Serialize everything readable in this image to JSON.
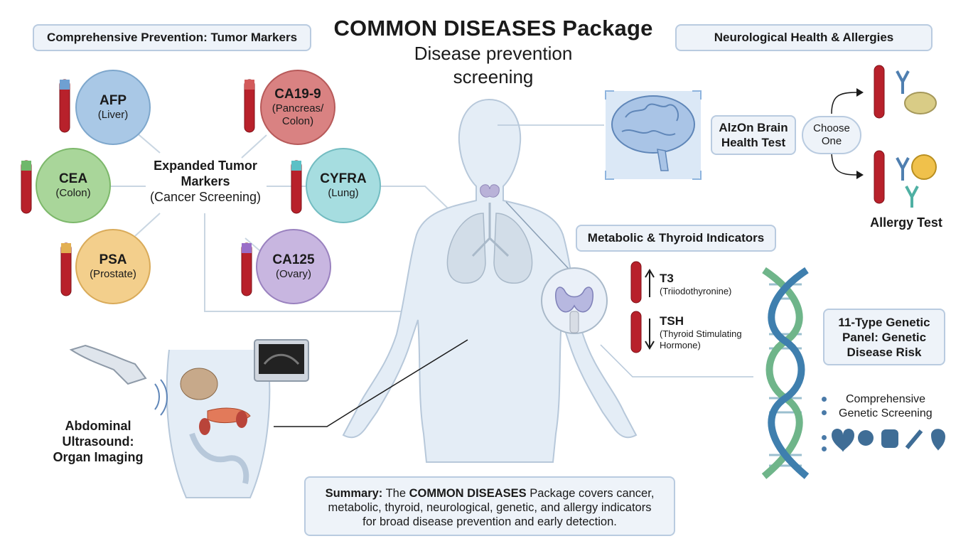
{
  "title": "COMMON DISEASES Package",
  "subtitle_line1": "Disease prevention",
  "subtitle_line2": "screening",
  "tumor_section": {
    "header": "Comprehensive Prevention: Tumor Markers",
    "center_line1": "Expanded Tumor",
    "center_line2": "Markers",
    "center_line3": "(Cancer Screening)",
    "markers": [
      {
        "name": "AFP",
        "sub1": "(Liver)",
        "sub2": ""
      },
      {
        "name": "CA19-9",
        "sub1": "(Pancreas/",
        "sub2": "Colon)"
      },
      {
        "name": "CEA",
        "sub1": "(Colon)",
        "sub2": ""
      },
      {
        "name": "CYFRA",
        "sub1": "(Lung)",
        "sub2": ""
      },
      {
        "name": "PSA",
        "sub1": "(Prostate)",
        "sub2": ""
      },
      {
        "name": "CA125",
        "sub1": "(Ovary)",
        "sub2": ""
      }
    ]
  },
  "neuro_section": {
    "header": "Neurological Health & Allergies",
    "brain_test_line1": "AlzOn Brain",
    "brain_test_line2": "Health Test",
    "choose_line1": "Choose",
    "choose_line2": "One",
    "allergy_label": "Allergy Test"
  },
  "metabolic_section": {
    "header": "Metabolic & Thyroid Indicators",
    "t3_name": "T3",
    "t3_sub": "(Triiodothyronine)",
    "tsh_name": "TSH",
    "tsh_sub1": "(Thyroid Stimulating",
    "tsh_sub2": "Hormone)"
  },
  "genetic_section": {
    "header_line1": "11-Type Genetic",
    "header_line2": "Panel: Genetic",
    "header_line3": "Disease Risk",
    "bullet_line1": "Comprehensive",
    "bullet_line2": "Genetic Screening",
    "icons": [
      "heart-pulse-icon",
      "hand-drop-icon",
      "intestine-icon",
      "bone-icon",
      "heart-organ-icon"
    ]
  },
  "ultrasound_section": {
    "line1": "Abdominal",
    "line2": "Ultrasound:",
    "line3": "Organ Imaging"
  },
  "summary": {
    "lead": "Summary:",
    "text1": " The ",
    "bold": "COMMON DISEASES",
    "text2": " Package covers cancer,",
    "line2": "metabolic, thyroid, neurological, genetic, and allergy indicators",
    "line3": "for broad disease prevention and early detection."
  },
  "colors": {
    "afp": "#a9c8e6",
    "ca199": "#d98282",
    "cea": "#a9d69a",
    "cyfra": "#a6dde0",
    "psa": "#f3cf8c",
    "ca125": "#c8b6e0",
    "box_bg": "#eef3f9",
    "box_border": "#b9cbe0",
    "body": "#e4edf6",
    "dna_green": "#6fb58a",
    "dna_blue": "#3f7fae"
  }
}
